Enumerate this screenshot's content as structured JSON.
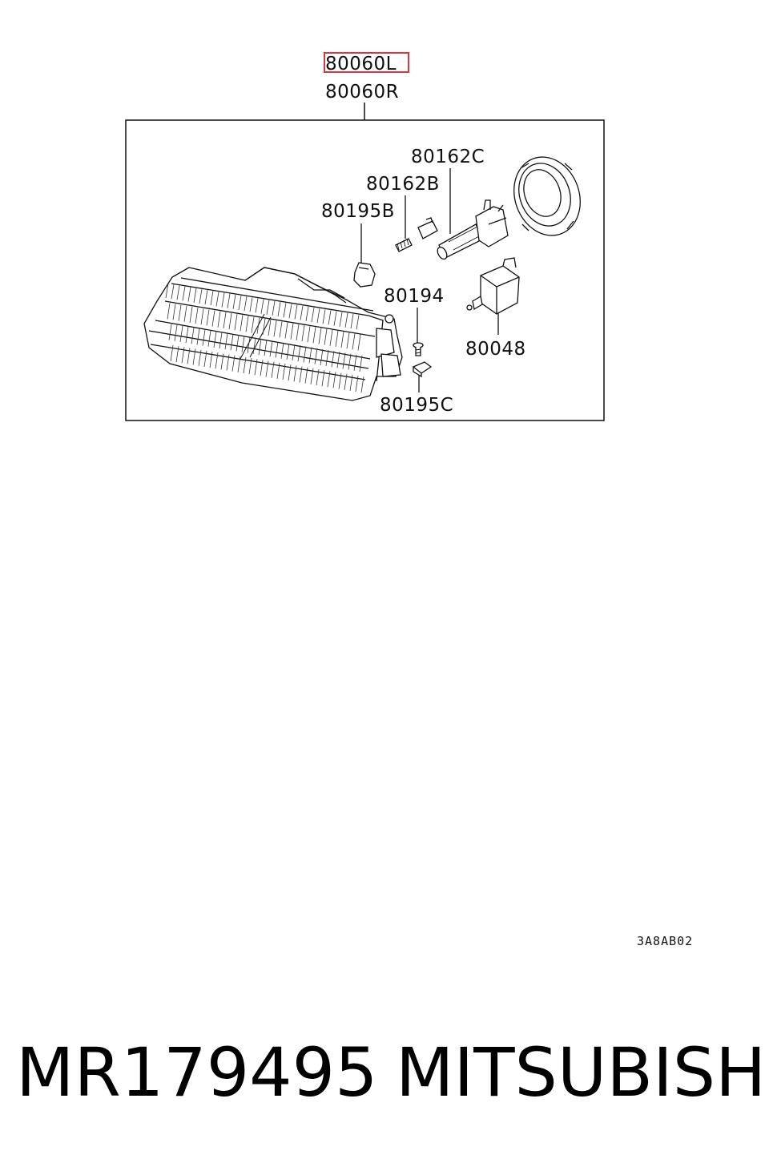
{
  "diagram": {
    "selected_callout": "80060L",
    "callouts": {
      "c80060L": "80060L",
      "c80060R": "80060R",
      "c80162C": "80162C",
      "c80162B": "80162B",
      "c80195B": "80195B",
      "c80194": "80194",
      "c80048": "80048",
      "c80195C": "80195C"
    },
    "diagram_code": "3A8AB02",
    "highlight_color": "#d9363e",
    "line_color": "#111111"
  },
  "footer": {
    "part_number": "MR179495",
    "brand": "MITSUBISHI"
  }
}
